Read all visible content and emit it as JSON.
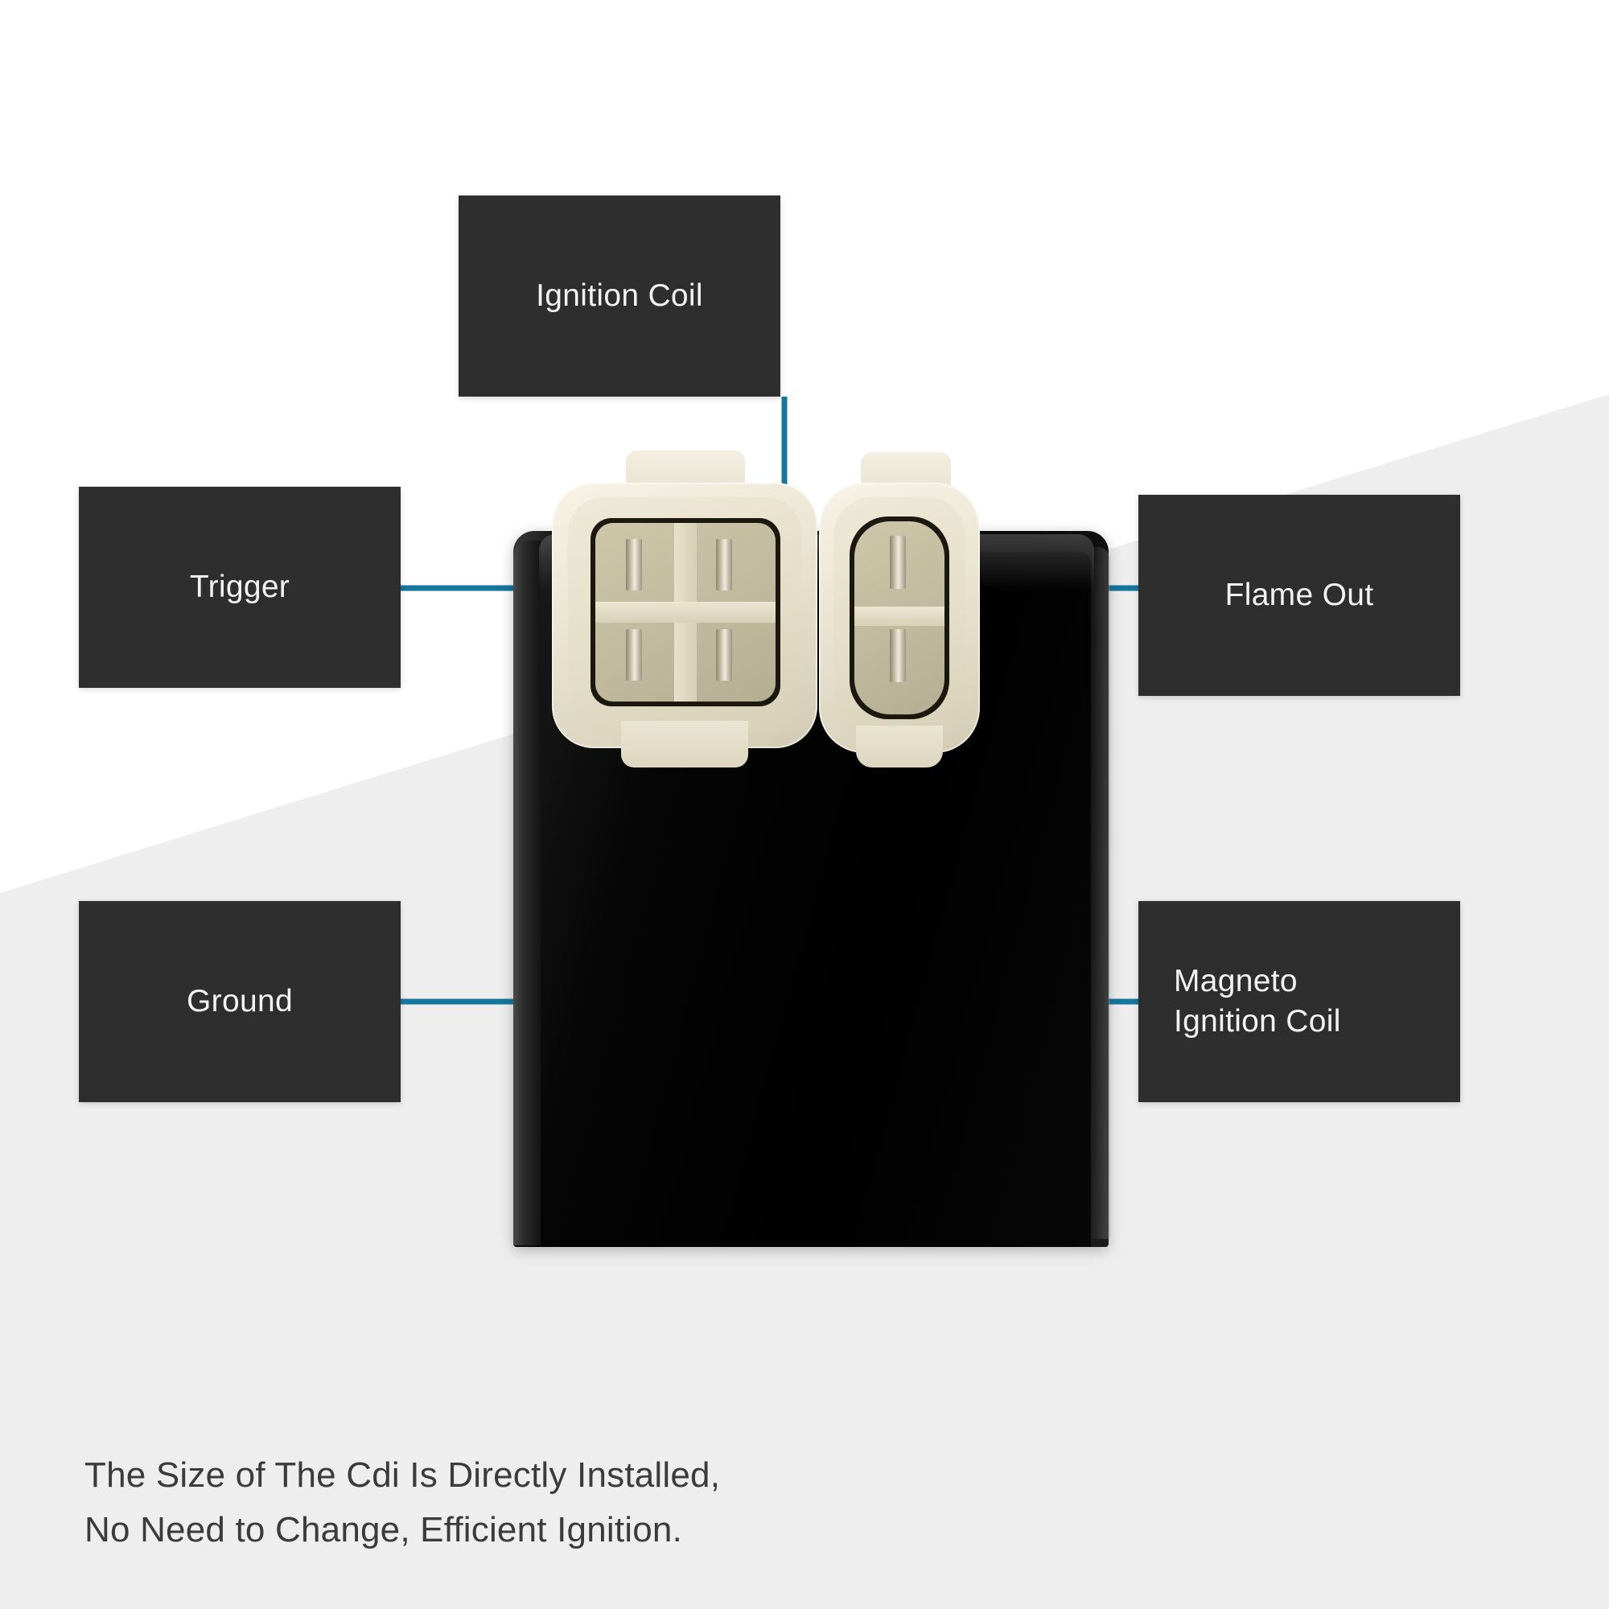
{
  "theme": {
    "label_bg": "#2e2e2e",
    "label_text": "#f2f2f2",
    "accent_line": "#16769c",
    "page_bg_light": "#ffffff",
    "page_bg_gray": "#eeeeee",
    "caption_text": "#3b3b3b"
  },
  "product": {
    "name": "cdi-ignition-module",
    "body_color": "#0a0a0a",
    "connector_color": "#ece6d4",
    "connectors": [
      {
        "name": "4-pin-connector",
        "pin_count": 4
      },
      {
        "name": "2-pin-connector",
        "pin_count": 2
      }
    ]
  },
  "callouts": [
    {
      "id": "ignition-coil",
      "label": "Ignition Coil",
      "position": "top-center",
      "pin": "4-pin top-right"
    },
    {
      "id": "trigger",
      "label": "Trigger",
      "position": "left",
      "pin": "4-pin top-left"
    },
    {
      "id": "flame-out",
      "label": "Flame Out",
      "position": "right",
      "pin": "2-pin top"
    },
    {
      "id": "ground",
      "label": "Ground",
      "position": "bottom-left",
      "pin": "4-pin bottom-left and bottom-right"
    },
    {
      "id": "magneto-ignition-coil",
      "label": "Magneto\nIgnition Coil",
      "label_line_1": "Magneto",
      "label_line_2": "Ignition Coil",
      "position": "bottom-right",
      "pin": "2-pin bottom"
    }
  ],
  "caption": {
    "line1": "The Size of The Cdi Is Directly Installed,",
    "line2": "No Need to Change, Efficient Ignition."
  }
}
